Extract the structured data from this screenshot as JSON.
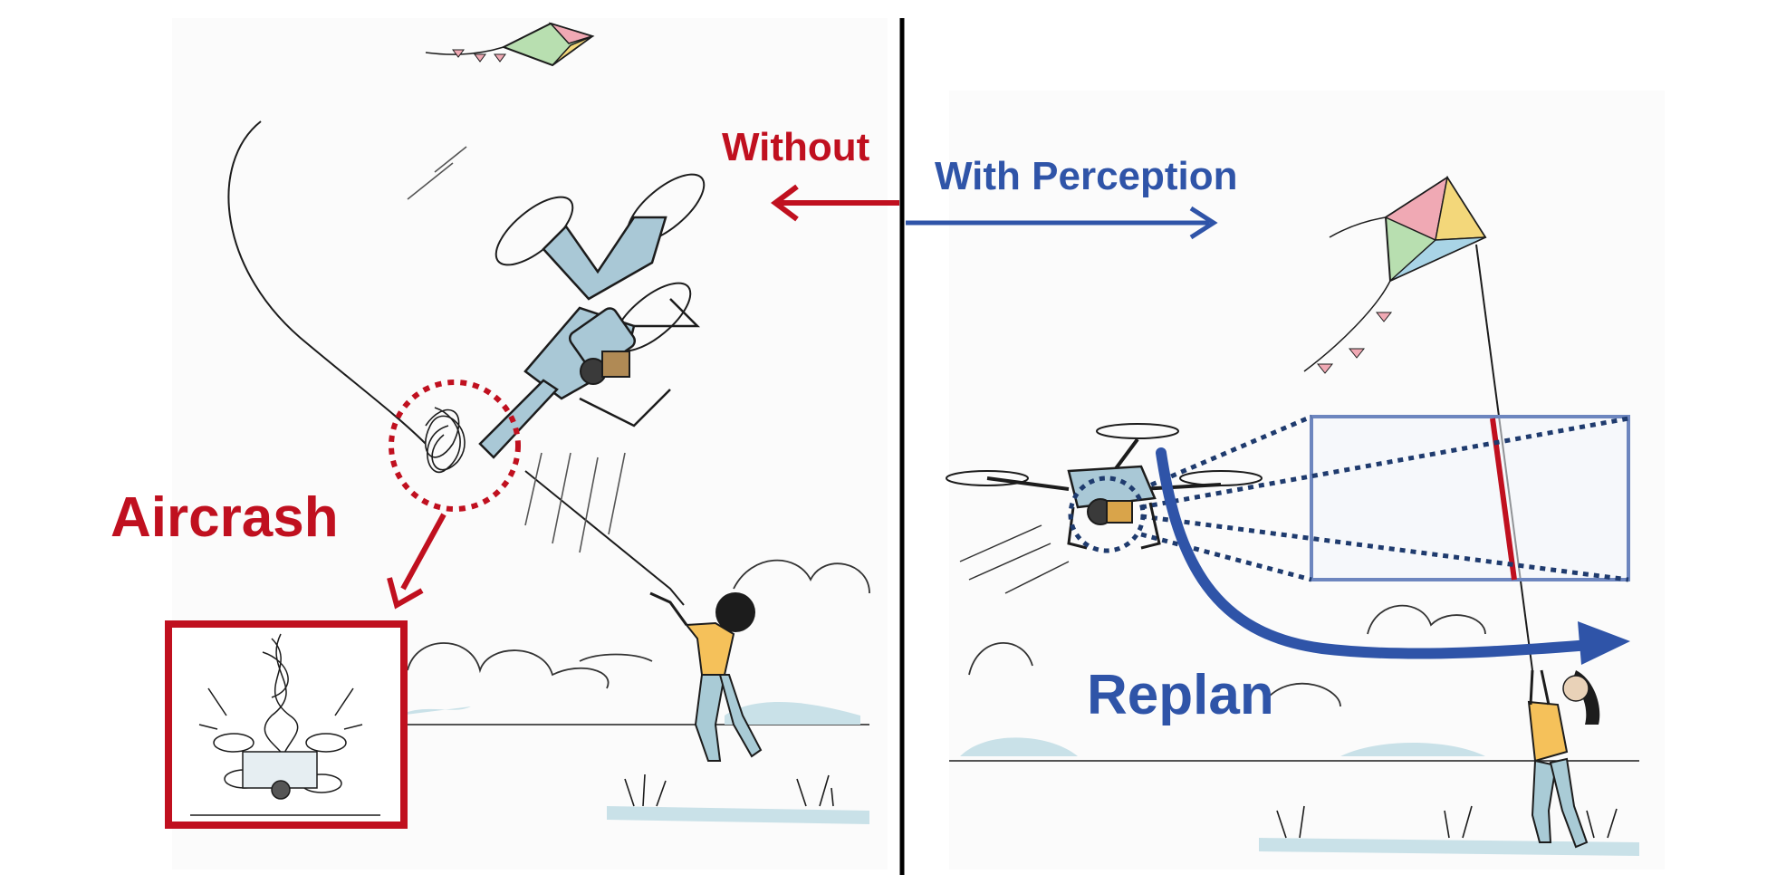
{
  "labels": {
    "without": "Without",
    "with_perception": "With Perception",
    "aircrash": "Aircrash",
    "replan": "Replan"
  },
  "colors": {
    "red": "#c0101f",
    "blue": "#2f54a8",
    "ink": "#1c1c1c",
    "drone_body": "#a9c8d6",
    "shirt": "#f5c15a",
    "pants": "#a9cbd6",
    "kite_pink": "#f0a9b4",
    "kite_yellow": "#f3d77a",
    "kite_green": "#b8dfb0",
    "kite_blue": "#a9d4e6",
    "grass": "#c9e1e8"
  },
  "icons": [
    "drone-icon",
    "kite-icon",
    "person-icon",
    "cloud-icon",
    "crash-icon"
  ]
}
